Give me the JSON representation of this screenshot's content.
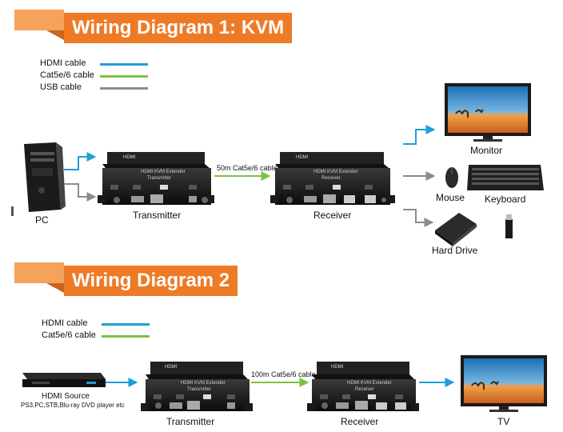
{
  "diagram1": {
    "title": "Wiring Diagram 1: KVM",
    "legend": [
      {
        "label": "HDMI cable",
        "color": "#1e9fd8"
      },
      {
        "label": "Cat5e/6 cable",
        "color": "#7cc242"
      },
      {
        "label": "USB cable",
        "color": "#8c8c8c"
      }
    ],
    "cable_label": "50m Cat5e/6 cable",
    "pc_label": "PC",
    "transmitter_label": "Transmitter",
    "receiver_label": "Receiver",
    "monitor_label": "Monitor",
    "mouse_label": "Mouse",
    "keyboard_label": "Keyboard",
    "hard_drive_label": "Hard Drive"
  },
  "diagram2": {
    "title": "Wiring Diagram 2",
    "legend": [
      {
        "label": "HDMI cable",
        "color": "#1e9fd8"
      },
      {
        "label": "Cat5e/6 cable",
        "color": "#7cc242"
      }
    ],
    "cable_label": "100m Cat5e/6 cable",
    "source_label": "HDMI Source",
    "source_sub": "PS3,PC,STB,Blu-ray DVD player etc",
    "transmitter_label": "Transmitter",
    "receiver_label": "Receiver",
    "tv_label": "TV"
  },
  "device_text": {
    "hdmi_logo": "HDMI",
    "kvm_model": "HDMI KVM Extender",
    "tx_name": "Transmitter",
    "rx_name": "Receiver"
  }
}
